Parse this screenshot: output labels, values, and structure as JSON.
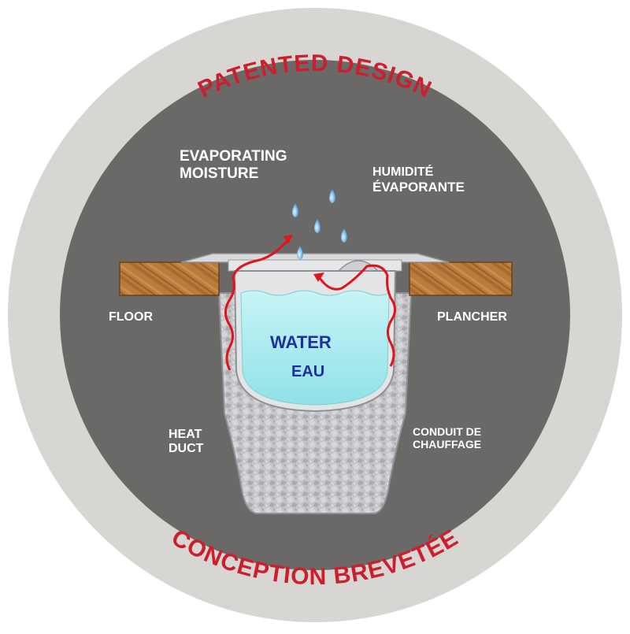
{
  "ring": {
    "top_text": "PATENTED DESIGN",
    "bottom_text": "CONCEPTION BREVETÉE",
    "ring_color": "#d8d6d2",
    "text_color": "#cc1f2d",
    "inner_color": "#6b6868"
  },
  "labels": {
    "evaporating_line1": "EVAPORATING",
    "evaporating_line2": "MOISTURE",
    "humidite_line1": "HUMIDITÉ",
    "humidite_line2": "ÉVAPORANTE",
    "floor": "FLOOR",
    "plancher": "PLANCHER",
    "water": "WATER",
    "eau": "EAU",
    "heat_line1": "HEAT",
    "heat_line2": "DUCT",
    "conduit_line1": "CONDUIT DE",
    "conduit_line2": "CHAUFFAGE"
  },
  "colors": {
    "water": "#a8ecef",
    "wood": "#b87a3a",
    "duct": "#c9c9cc",
    "heat_arrow": "#e0141b",
    "droplet": "#4aa7e6"
  }
}
